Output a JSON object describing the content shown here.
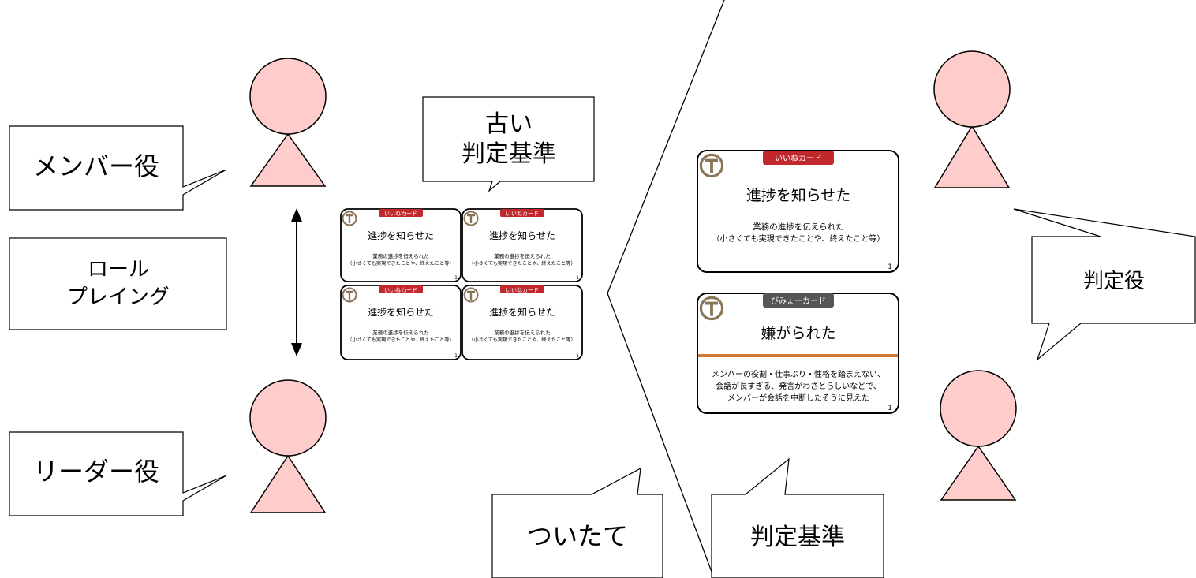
{
  "colors": {
    "person_fill": "#ffcccc",
    "stroke": "#000000",
    "good_badge": "#c0282e",
    "bad_badge": "#555555",
    "divider": "#cf7a37",
    "logo": "#8a7559"
  },
  "labels": {
    "member_role": "メンバー役",
    "leader_role": "リーダー役",
    "roleplay_line1": "ロール",
    "roleplay_line2": "プレイング",
    "old_criteria_line1": "古い",
    "old_criteria_line2": "判定基準",
    "judge_role": "判定役",
    "screen": "ついたて",
    "criteria": "判定基準"
  },
  "good_card": {
    "badge": "いいねカード",
    "title": "進捗を知らせた",
    "desc_line1": "業務の進捗を伝えられた",
    "desc_line2": "（小さくても実現できたことや、終えたこと等）",
    "page": "1"
  },
  "bad_card": {
    "badge": "びみょーカード",
    "title": "嫌がられた",
    "desc_line1": "メンバーの役割・仕事ぶり・性格を踏まえない、",
    "desc_line2": "会話が長すぎる、発言がわざとらしいなどで、",
    "desc_line3": "メンバーが会話を中断したそうに見えた",
    "page": "1"
  }
}
